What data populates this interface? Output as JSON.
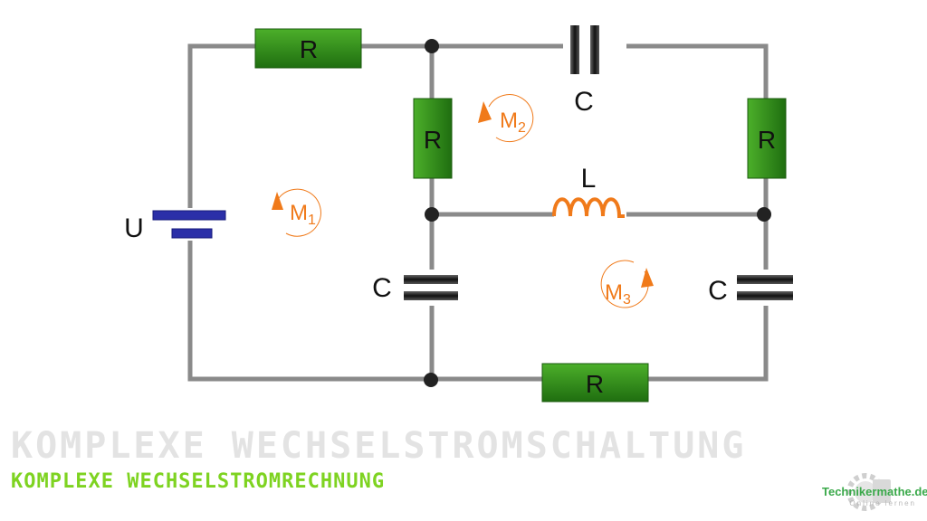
{
  "circuit": {
    "resistor_label": "R",
    "capacitor_label": "C",
    "inductor_label": "L",
    "source_label": "U",
    "mesh_letter": "M",
    "mesh_indices": [
      "1",
      "2",
      "3"
    ]
  },
  "titles": {
    "main": "Komplexe Wechselstromschaltung",
    "sub": "Komplexe Wechselstromrechnung"
  },
  "logo": {
    "name": "Technikermathe.de",
    "tagline": "Online lernen"
  },
  "colors": {
    "wire": "#8a8a8a",
    "resistor": "#2e8b18",
    "inductor": "#f07a1a",
    "source": "#2b2fa8",
    "mesh": "#f07a1a",
    "title_main": "#e3e3e3",
    "title_sub": "#7ed321"
  }
}
